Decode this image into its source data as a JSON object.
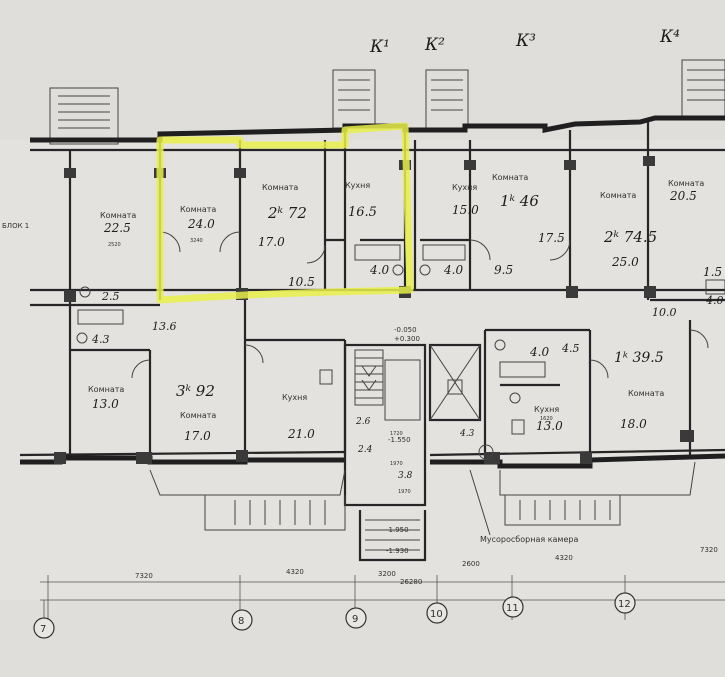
{
  "section_marks": [
    "К¹",
    "К²",
    "К³",
    "К⁴"
  ],
  "axes": [
    "7",
    "8",
    "9",
    "10",
    "11",
    "12"
  ],
  "room_names": {
    "komnata": "Комната",
    "kukhnya": "Кухня",
    "musor": "Мусоросборная камера"
  },
  "areas": {
    "a1_room_left": "22.5",
    "a2_room": "24.0",
    "a2_big": "17.0",
    "a2_hall": "10.5",
    "a2_kitchen": "16.5",
    "a2_bath": "4.0",
    "a2_title": "2ᵏ 72",
    "left_bath": "2.5",
    "left_wc": "4.3",
    "left_corridor": "13.6",
    "left_room_bottom": "13.0",
    "b3_title": "3ᵏ 92",
    "b3_room": "17.0",
    "b3_kitchen": "21.0",
    "c1_title": "1ᵏ 46",
    "c1_kitchen": "15.0",
    "c1_room": "17.5",
    "c1_hall": "9.5",
    "c1_bath": "4.0",
    "d2_title": "2ᵏ 74.5",
    "d2_room_top": "20.5",
    "d2_room": "25.0",
    "d2_hall": "10.0",
    "right_partial": "1.5",
    "right_partial2": "4.0",
    "e1_title": "1ᵏ 39.5",
    "e1_bath": "4.0",
    "e1_corr": "4.5",
    "e1_kitchen": "13.0",
    "e1_room": "18.0",
    "stair_a": "2.6",
    "stair_b": "2.4",
    "stair_c": "3.8",
    "lift": "4.3"
  },
  "levels": [
    "-0.050",
    "+0.300",
    "-1.550",
    "-1.950",
    "-1.930"
  ],
  "dims": {
    "d7320a": "7320",
    "d4320a": "4320",
    "d3200": "3200",
    "d2600": "2600",
    "d4320b": "4320",
    "d7320b": "7320",
    "d26280": "26280"
  },
  "small_text": {
    "block": "БЛОК 1",
    "sizes": [
      "2520",
      "3240",
      "1720",
      "1970",
      "1970",
      "1620"
    ]
  },
  "colors": {
    "paper": "#e4e2df",
    "ink": "#262626",
    "highlight": "#e9f04a"
  }
}
